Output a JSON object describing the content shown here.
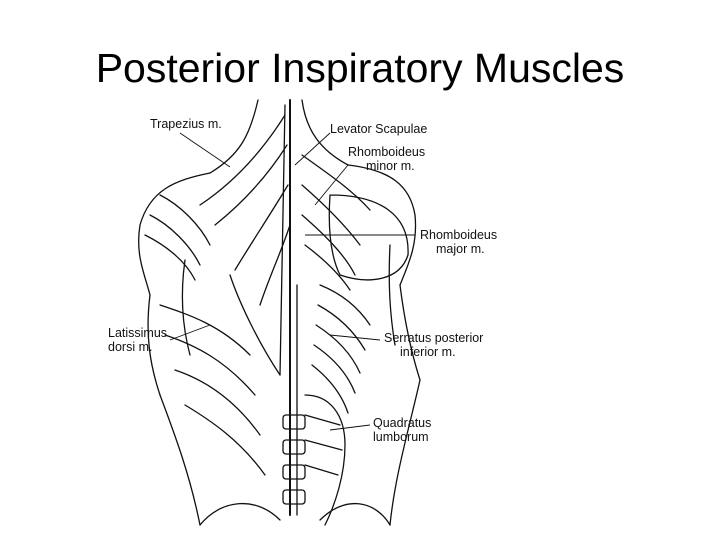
{
  "slide": {
    "title": "Posterior Inspiratory Muscles"
  },
  "labels": {
    "trapezius": "Trapezius m.",
    "levator": "Levator Scapulae",
    "rhomboid_minor_1": "Rhomboideus",
    "rhomboid_minor_2": "minor m.",
    "rhomboid_major_1": "Rhomboideus",
    "rhomboid_major_2": "major m.",
    "latissimus_1": "Latissimus",
    "latissimus_2": "dorsi m.",
    "serratus_1": "Serratus posterior",
    "serratus_2": "inferior m.",
    "quadratus_1": "Quadratus",
    "quadratus_2": "lumborum"
  },
  "colors": {
    "ink": "#111111",
    "background": "#ffffff"
  }
}
